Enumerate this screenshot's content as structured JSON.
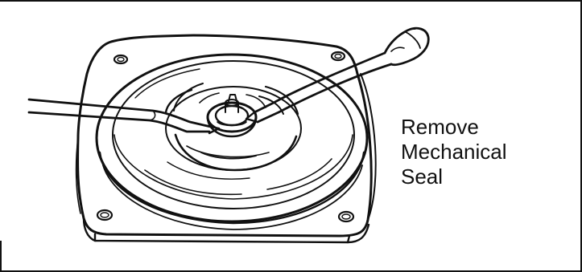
{
  "figure": {
    "icon": "mechanical-seal-removal-illustration",
    "caption_lines": [
      "Remove",
      "Mechanical",
      "Seal"
    ],
    "line_color": "#111111",
    "background_color": "#ffffff"
  }
}
